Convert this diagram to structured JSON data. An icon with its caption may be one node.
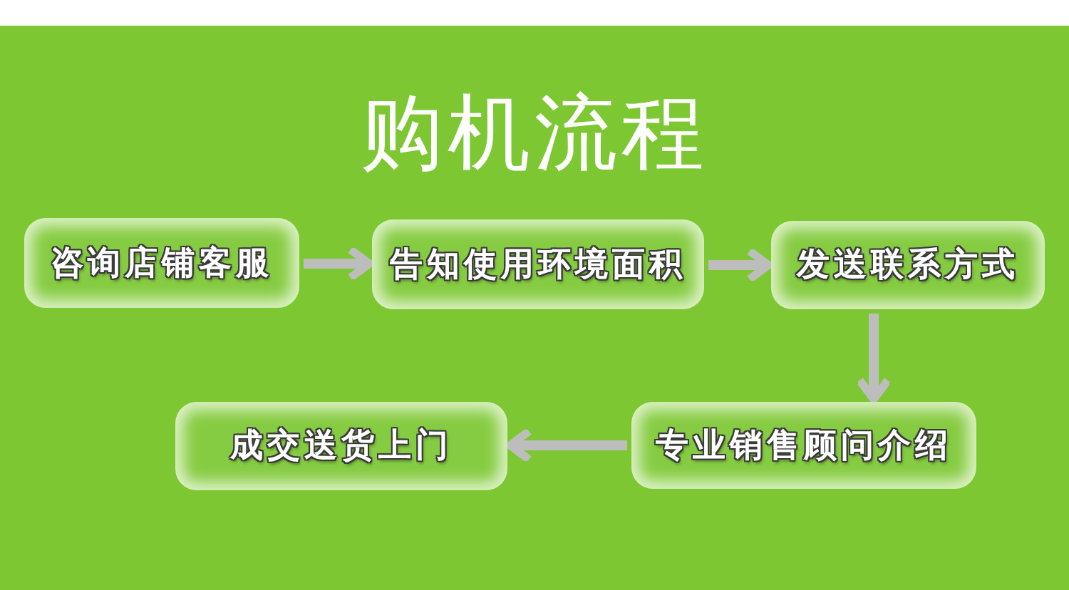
{
  "diagram": {
    "title": "购机流程",
    "nodes": [
      {
        "text": [
          "咨询店铺客服"
        ]
      },
      {
        "text": [
          "告知使用环境面积"
        ]
      },
      {
        "text": [
          "发送联系方式"
        ]
      },
      {
        "text": [
          "专业销售顾问介绍"
        ]
      },
      {
        "text": [
          "成交送货上门"
        ]
      }
    ],
    "edges": [
      {
        "from": 0,
        "to": 1,
        "arrow": "to"
      },
      {
        "from": 1,
        "to": 2,
        "arrow": "to"
      },
      {
        "from": 2,
        "to": 3,
        "arrow": "to"
      },
      {
        "from": 3,
        "to": 4,
        "arrow": "to"
      }
    ]
  }
}
